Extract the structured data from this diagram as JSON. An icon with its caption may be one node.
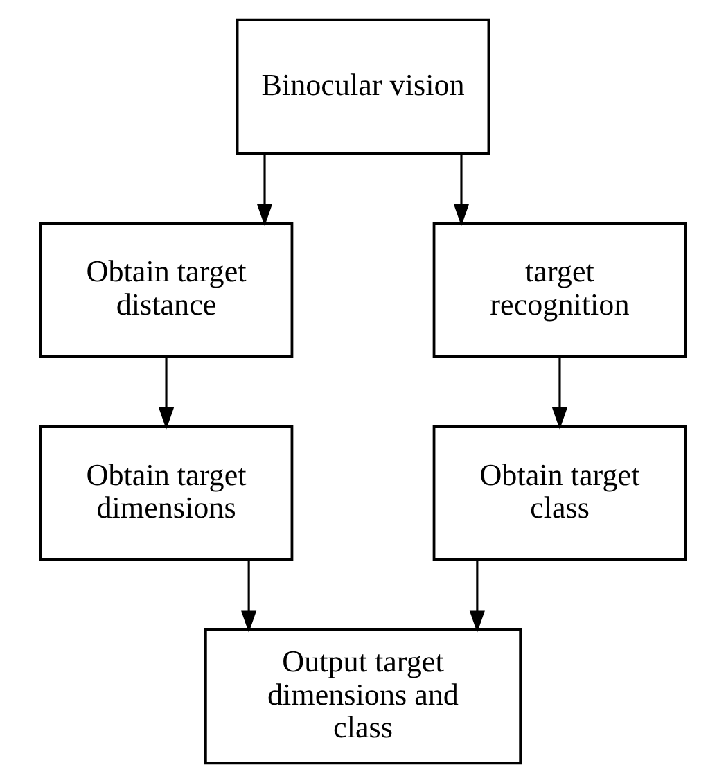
{
  "diagram": {
    "nodes": [
      {
        "text": [
          "Binocular vision"
        ]
      },
      {
        "text": [
          "Obtain target distance"
        ]
      },
      {
        "text": [
          "target recognition"
        ]
      },
      {
        "text": [
          "Obtain target dimensions"
        ]
      },
      {
        "text": [
          "Obtain target class"
        ]
      },
      {
        "text": [
          "Output target dimensions and class"
        ]
      }
    ],
    "edges": [
      {
        "from": 0,
        "to": 1,
        "arrow": "to"
      },
      {
        "from": 0,
        "to": 2,
        "arrow": "to"
      },
      {
        "from": 1,
        "to": 3,
        "arrow": "to"
      },
      {
        "from": 2,
        "to": 4,
        "arrow": "to"
      },
      {
        "from": 3,
        "to": 5,
        "arrow": "to"
      },
      {
        "from": 4,
        "to": 5,
        "arrow": "to"
      }
    ]
  }
}
